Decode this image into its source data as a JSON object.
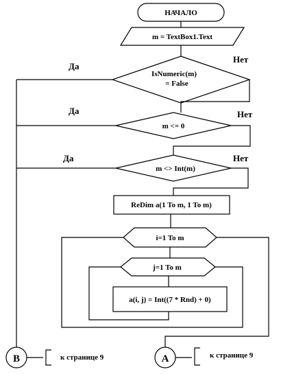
{
  "nodes": {
    "start": "НАЧАЛО",
    "assign_m": "m = TextBox1.Text",
    "check_numeric_line1": "IsNumeric(m)",
    "check_numeric_line2": "= False",
    "check_le_zero": "m <= 0",
    "check_int": "m <> Int(m)",
    "redim": "ReDim a(1 To m, 1 To m)",
    "loop_i": "i=1 To m",
    "loop_j": "j=1 To m",
    "assign_a": "a(i, j) = Int((7 * Rnd) + 0)"
  },
  "branches": {
    "yes": "Да",
    "no": "Нет"
  },
  "connectors": {
    "b": {
      "letter": "B",
      "note": "к странице 9"
    },
    "a": {
      "letter": "A",
      "note": "к странице 9"
    }
  }
}
